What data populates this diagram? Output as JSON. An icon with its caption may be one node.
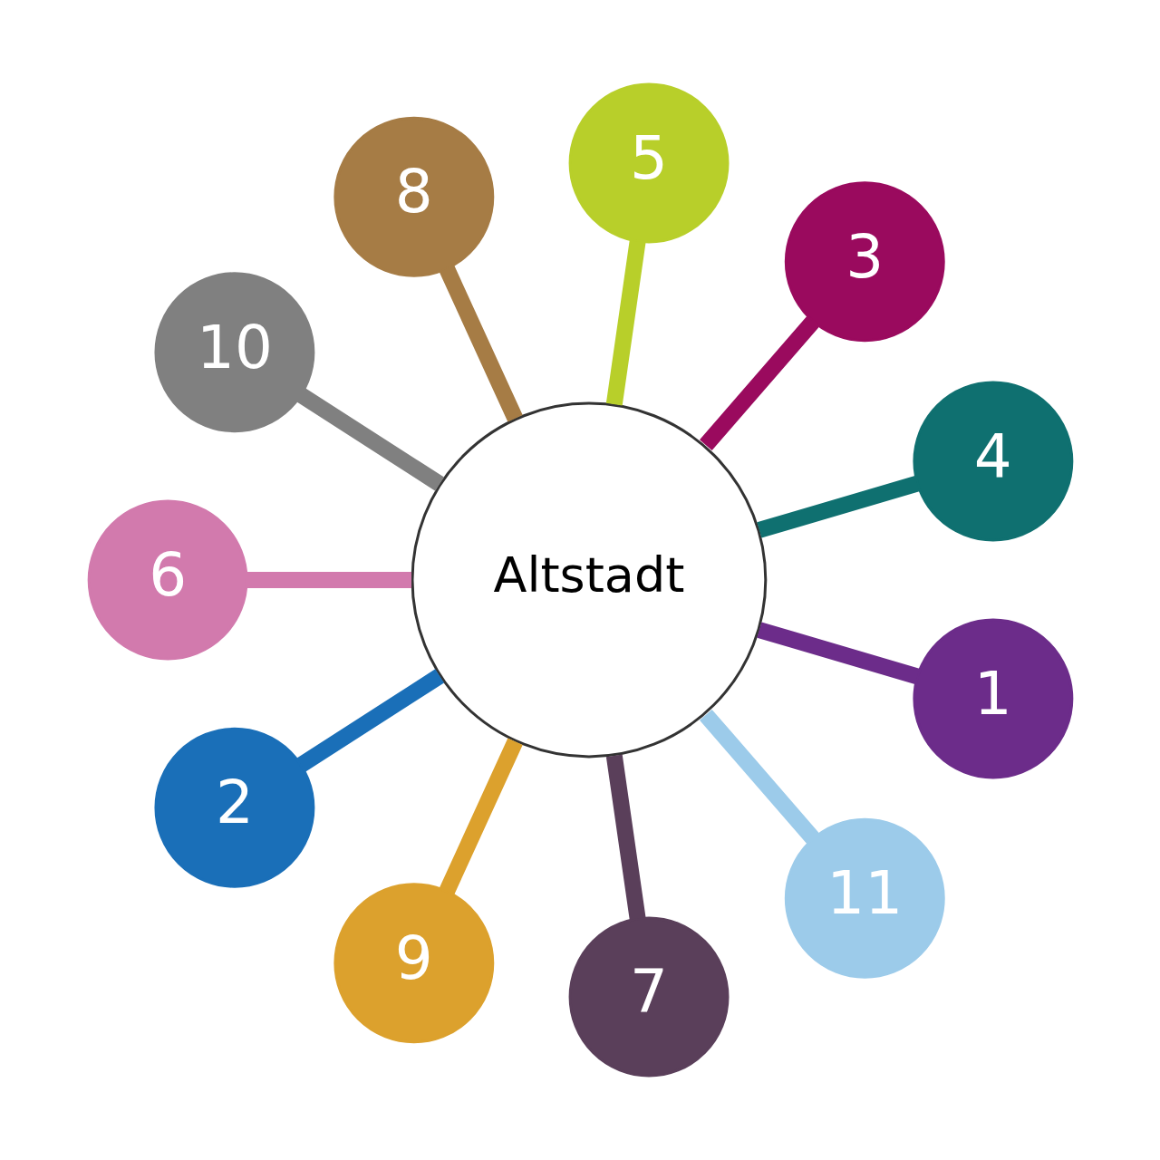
{
  "diagram": {
    "nodes": [
      {
        "text": [
          "4"
        ]
      },
      {
        "text": [
          "3"
        ]
      },
      {
        "text": [
          "5"
        ]
      },
      {
        "text": [
          "8"
        ]
      },
      {
        "text": [
          "10"
        ]
      },
      {
        "text": [
          "6"
        ]
      },
      {
        "text": [
          "2"
        ]
      },
      {
        "text": [
          "Altstadt"
        ]
      },
      {
        "text": [
          "9"
        ]
      },
      {
        "text": [
          "7"
        ]
      },
      {
        "text": [
          "11"
        ]
      },
      {
        "text": [
          "1"
        ]
      }
    ],
    "edges": [
      {
        "from": 0,
        "to": 7,
        "arrow": "none",
        "color": "#0f7070"
      },
      {
        "from": 1,
        "to": 7,
        "arrow": "none",
        "color": "#9a0a5e"
      },
      {
        "from": 2,
        "to": 7,
        "arrow": "none",
        "color": "#b8cf2a"
      },
      {
        "from": 3,
        "to": 7,
        "arrow": "none",
        "color": "#a67c45"
      },
      {
        "from": 4,
        "to": 7,
        "arrow": "none",
        "color": "#808080"
      },
      {
        "from": 5,
        "to": 7,
        "arrow": "none",
        "color": "#d27aad"
      },
      {
        "from": 6,
        "to": 7,
        "arrow": "none",
        "color": "#1a6fb8"
      },
      {
        "from": 8,
        "to": 7,
        "arrow": "none",
        "color": "#dca12d"
      },
      {
        "from": 9,
        "to": 7,
        "arrow": "none",
        "color": "#5a3f5a"
      },
      {
        "from": 10,
        "to": 7,
        "arrow": "none",
        "color": "#9ccbea"
      },
      {
        "from": 11,
        "to": 7,
        "arrow": "none",
        "color": "#6c2c8a"
      }
    ]
  }
}
